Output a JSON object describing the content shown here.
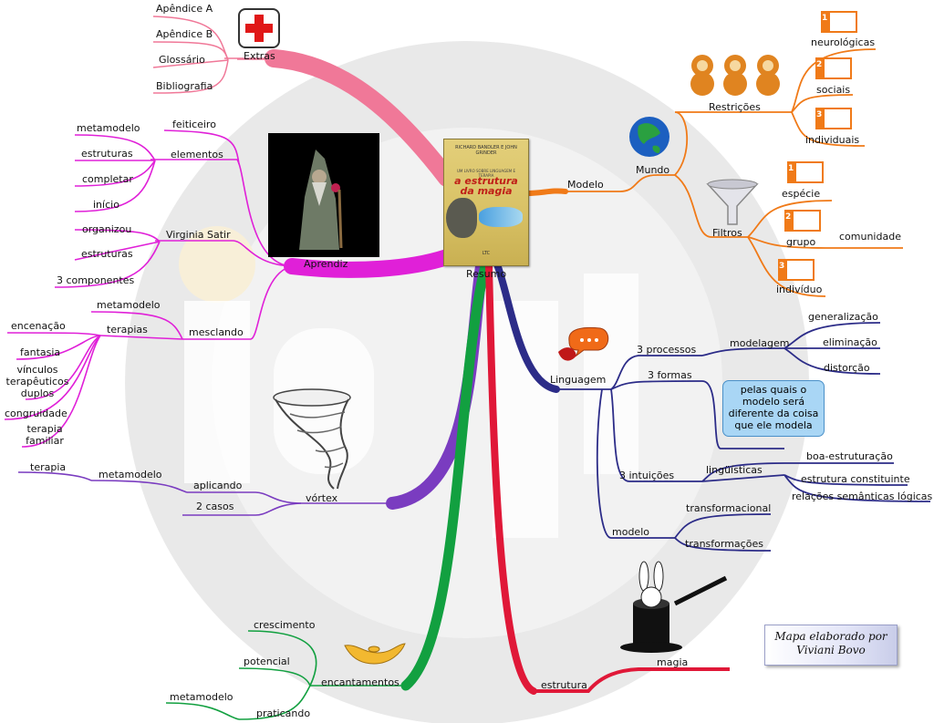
{
  "central": {
    "label": "Resumo",
    "book": {
      "top_text": "RICHARD BANDLER E JOHN GRINDER",
      "subtitle": "UM LIVRO SOBRE LINGUAGEM E TERAPIA",
      "title": "a estrutura da magia",
      "publisher": "LTC"
    }
  },
  "watermark": "idph",
  "extras": {
    "label": "Extras",
    "items": [
      "Apêndice A",
      "Apêndice B",
      "Glossário",
      "Bibliografia"
    ]
  },
  "aprendiz": {
    "label": "Aprendiz",
    "feiticeiro": "feiticeiro",
    "elementos": {
      "label": "elementos",
      "items": [
        "metamodelo",
        "estruturas",
        "completar",
        "início"
      ]
    },
    "virginia": {
      "label": "Virginia Satir",
      "items": [
        "organizou",
        "estruturas",
        "3 componentes"
      ]
    },
    "mesclando": {
      "label": "mesclando",
      "metamodelo": "metamodelo",
      "terapias": {
        "label": "terapias",
        "items": [
          "encenação",
          "fantasia",
          "vínculos terapêuticos duplos",
          "congruidade",
          "terapia familiar"
        ]
      }
    }
  },
  "vortex": {
    "label": "vórtex",
    "aplicando": {
      "label": "aplicando",
      "metamodelo": "metamodelo",
      "terapia": "terapia"
    },
    "casos": "2 casos"
  },
  "encantamentos": {
    "label": "encantamentos",
    "crescimento": "crescimento",
    "potencial": "potencial",
    "praticando": {
      "label": "praticando",
      "metamodelo": "metamodelo"
    }
  },
  "estrutura": {
    "label": "estrutura",
    "magia": "magia"
  },
  "modelo": {
    "label": "Modelo",
    "mundo": {
      "label": "Mundo",
      "restricoes": {
        "label": "Restrições",
        "items": [
          {
            "rank": "1",
            "label": "neurológicas"
          },
          {
            "rank": "2",
            "label": "sociais"
          },
          {
            "rank": "3",
            "label": "individuais"
          }
        ]
      }
    },
    "filtros": {
      "label": "Filtros",
      "items": [
        {
          "rank": "1",
          "label": "espécie"
        },
        {
          "rank": "2",
          "label": "grupo"
        },
        {
          "rank": "3",
          "label": "indivíduo"
        }
      ],
      "comunidade": "comunidade"
    }
  },
  "linguagem": {
    "label": "Linguagem",
    "processos": {
      "label": "3 processos",
      "modelagem": "modelagem",
      "items": [
        "generalização",
        "eliminação",
        "distorção"
      ]
    },
    "formas": {
      "label": "3 formas",
      "note": "pelas quais o modelo será diferente da coisa que ele modela"
    },
    "intuicoes": {
      "label": "3 intuições",
      "linguisticas": "lingüísticas",
      "items": [
        "boa-estruturação",
        "estrutura constituinte",
        "relações semânticas lógicas"
      ]
    },
    "modelo": {
      "label": "modelo",
      "items": [
        "transformacional",
        "transformações"
      ]
    }
  },
  "credit": {
    "line1": "Mapa elaborado por",
    "line2": "Viviani Bovo"
  },
  "colors": {
    "extras": "#f07898",
    "aprendiz": "#e020d8",
    "vortex": "#7a3cc0",
    "encantamentos": "#12a040",
    "estrutura": "#e01838",
    "modelo": "#f07a18",
    "linguagem": "#2c2c88",
    "note_fill": "#a9d6f5"
  }
}
